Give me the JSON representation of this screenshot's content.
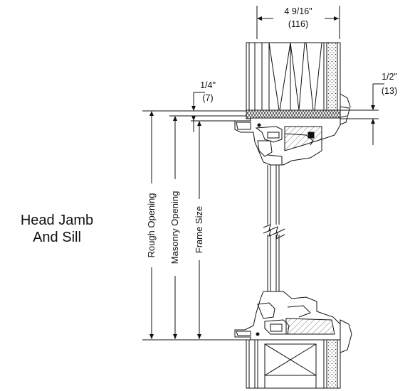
{
  "title": {
    "line1": "Head Jamb",
    "line2": "And Sill"
  },
  "dimensions": {
    "width_in": "4 9/16\"",
    "width_mm": "(116)",
    "left_gap_in": "1/4\"",
    "left_gap_mm": "(7)",
    "right_gap_in": "1/2\"",
    "right_gap_mm": "(13)"
  },
  "vertical_labels": {
    "rough_opening": "Rough Opening",
    "masonry_opening": "Masonry Opening",
    "frame_size": "Frame Size"
  },
  "colors": {
    "line": "#111111",
    "background": "#ffffff"
  }
}
